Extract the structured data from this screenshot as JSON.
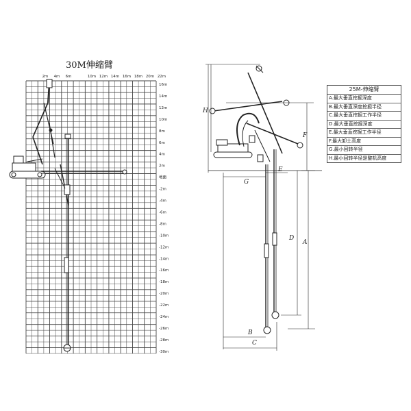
{
  "left_diagram": {
    "title": "30M伸缩臂",
    "top_ticks": [
      "2m",
      "4m",
      "6m",
      "10m",
      "12m",
      "14m",
      "16m",
      "18m",
      "20m",
      "22m"
    ],
    "right_ticks": [
      "16m",
      "14m",
      "12m",
      "10m",
      "8m",
      "6m",
      "4m",
      "2m",
      "地面",
      "-2m",
      "-4m",
      "-6m",
      "-8m",
      "-10m",
      "-12m",
      "-14m",
      "-16m",
      "-18m",
      "-20m",
      "-22m",
      "-24m",
      "-26m",
      "-28m",
      "-30m"
    ]
  },
  "right_diagram": {
    "dimension_labels": [
      "H",
      "F",
      "G",
      "E",
      "D",
      "A",
      "B",
      "C"
    ]
  },
  "legend": {
    "title": "25M-伸缩臂",
    "rows": [
      "A.最大垂直挖掘深度",
      "B.最大垂直深度挖掘半径",
      "C.最大垂直挖掘工作半径",
      "D.最大垂直挖掘深度",
      "E.最大垂直挖掘工作半径",
      "F.最大卸土高度",
      "G.最小回转半径",
      "H.最小回转半径是整机高度"
    ]
  }
}
